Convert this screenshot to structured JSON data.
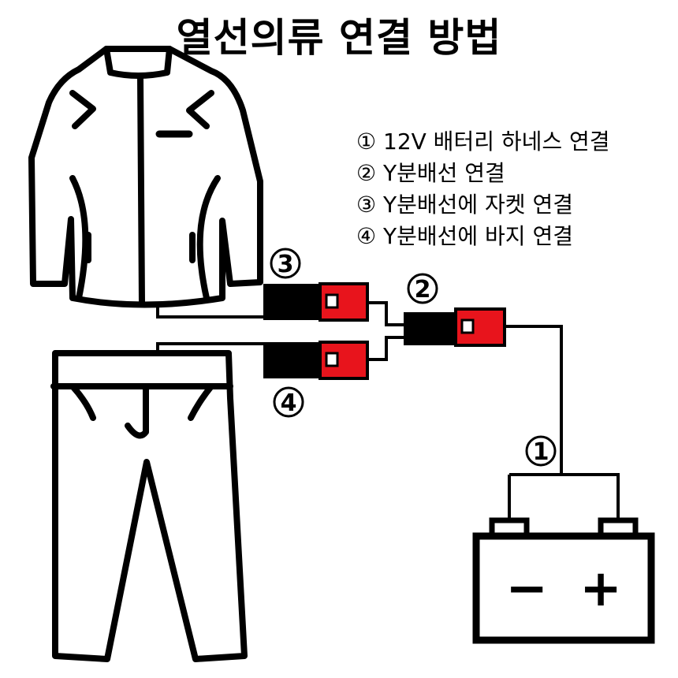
{
  "title": "열선의류 연결 방법",
  "steps": [
    "① 12V 배터리 하네스 연결",
    "② Y분배선 연결",
    "③ Y분배선에 자켓 연결",
    "④ Y분배선에 바지 연결"
  ],
  "callouts": {
    "one": "1",
    "two": "2",
    "three": "3",
    "four": "4"
  },
  "battery": {
    "minus_symbol": "−",
    "plus_symbol": "+"
  },
  "colors": {
    "connector_red": "#e8141c",
    "connector_black": "#000000",
    "line": "#000000"
  },
  "icons": [
    "jacket-icon",
    "pants-icon",
    "battery-icon",
    "connector-icon"
  ]
}
